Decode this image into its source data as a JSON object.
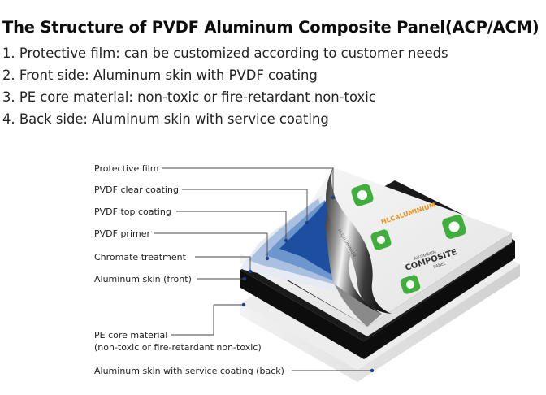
{
  "title": "The Structure of PVDF Aluminum Composite Panel(ACP/ACM)",
  "list": [
    "1. Protective film: can be customized according to customer needs",
    "2. Front side: Aluminum skin with PVDF coating",
    "3. PE core material: non-toxic or fire-retardant non-toxic",
    "4. Back side: Aluminum skin with service coating"
  ],
  "labels": {
    "protective_film": "Protective film",
    "clear_coating": "PVDF clear coating",
    "top_coating": "PVDF top coating",
    "primer": "PVDF primer",
    "chromate": "Chromate treatment",
    "skin_front": "Aluminum skin (front)",
    "pe_core_1": "PE core material",
    "pe_core_2": "(non-toxic or fire-retardant non-toxic)",
    "skin_back": "Aluminum skin with service coating (back)"
  },
  "film_print": {
    "brand": "HLCALUMINIUM",
    "aluminum": "ALUMINIUM",
    "composite": "COMPOSITE",
    "panel": "PANEL"
  },
  "colors": {
    "core": "#0d0d0d",
    "top_skin": "#eaeaea",
    "back_skin": "#e4e4e4",
    "blue_dark": "#1d4fa0",
    "blue_mid": "#6d96cd",
    "blue_light": "#a9c0e0",
    "logo_green": "#3fae3c",
    "logo_orange": "#e8941c",
    "leader": "#444444"
  }
}
